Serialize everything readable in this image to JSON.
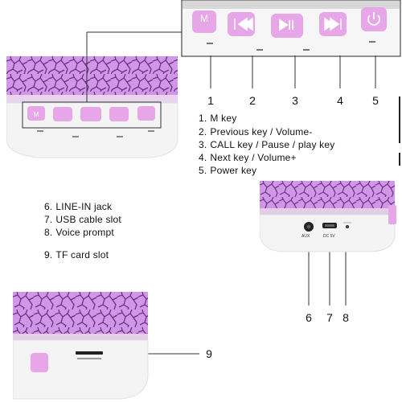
{
  "callouts": {
    "top": [
      "1",
      "2",
      "3",
      "4",
      "5"
    ],
    "side": [
      "6",
      "7",
      "8"
    ],
    "bottom": "9"
  },
  "legend_keys": [
    {
      "idx": "1.",
      "text": "M key"
    },
    {
      "idx": "2.",
      "text": "Previous key / Volume-"
    },
    {
      "idx": "3.",
      "text": "CALL key / Pause / play key"
    },
    {
      "idx": "4.",
      "text": "Next key / Volume+"
    },
    {
      "idx": "5.",
      "text": "Power key"
    }
  ],
  "legend_ports": [
    {
      "idx": "6.",
      "text": "LINE-IN jack"
    },
    {
      "idx": "7.",
      "text": "USB cable slot"
    },
    {
      "idx": "8.",
      "text": "Voice prompt"
    },
    {
      "idx": "9.",
      "text": "TF card slot"
    }
  ],
  "buttons": {
    "m_label": "M",
    "prev_icon": "previous-track-icon",
    "play_icon": "play-pause-icon",
    "next_icon": "next-track-icon",
    "power_icon": "power-icon"
  },
  "ports": {
    "aux_label": "AUX",
    "dc_label": "DC 5V"
  },
  "colors": {
    "button_pink": "#e7a6e7",
    "crackle_purple": "#c98fe0",
    "crackle_line": "#7a3b8f",
    "body_white": "#f4f4f4"
  }
}
